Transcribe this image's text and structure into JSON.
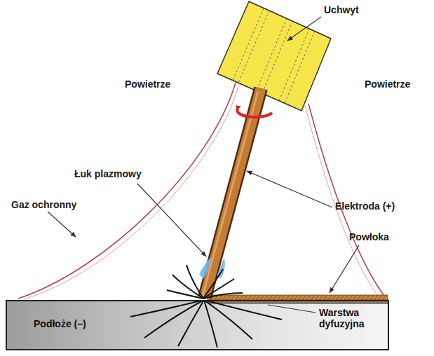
{
  "diagram": {
    "nodes": [
      {
        "text": [
          "Podłoże (–)",
          "Warstwa dyfuzyjna"
        ]
      }
    ],
    "labels": [
      "Uchwyt",
      "Powietrze",
      "Powietrze",
      "Łuk plazmowy",
      "Elektroda (+)",
      "Gaz ochronny",
      "Powłoka"
    ]
  }
}
